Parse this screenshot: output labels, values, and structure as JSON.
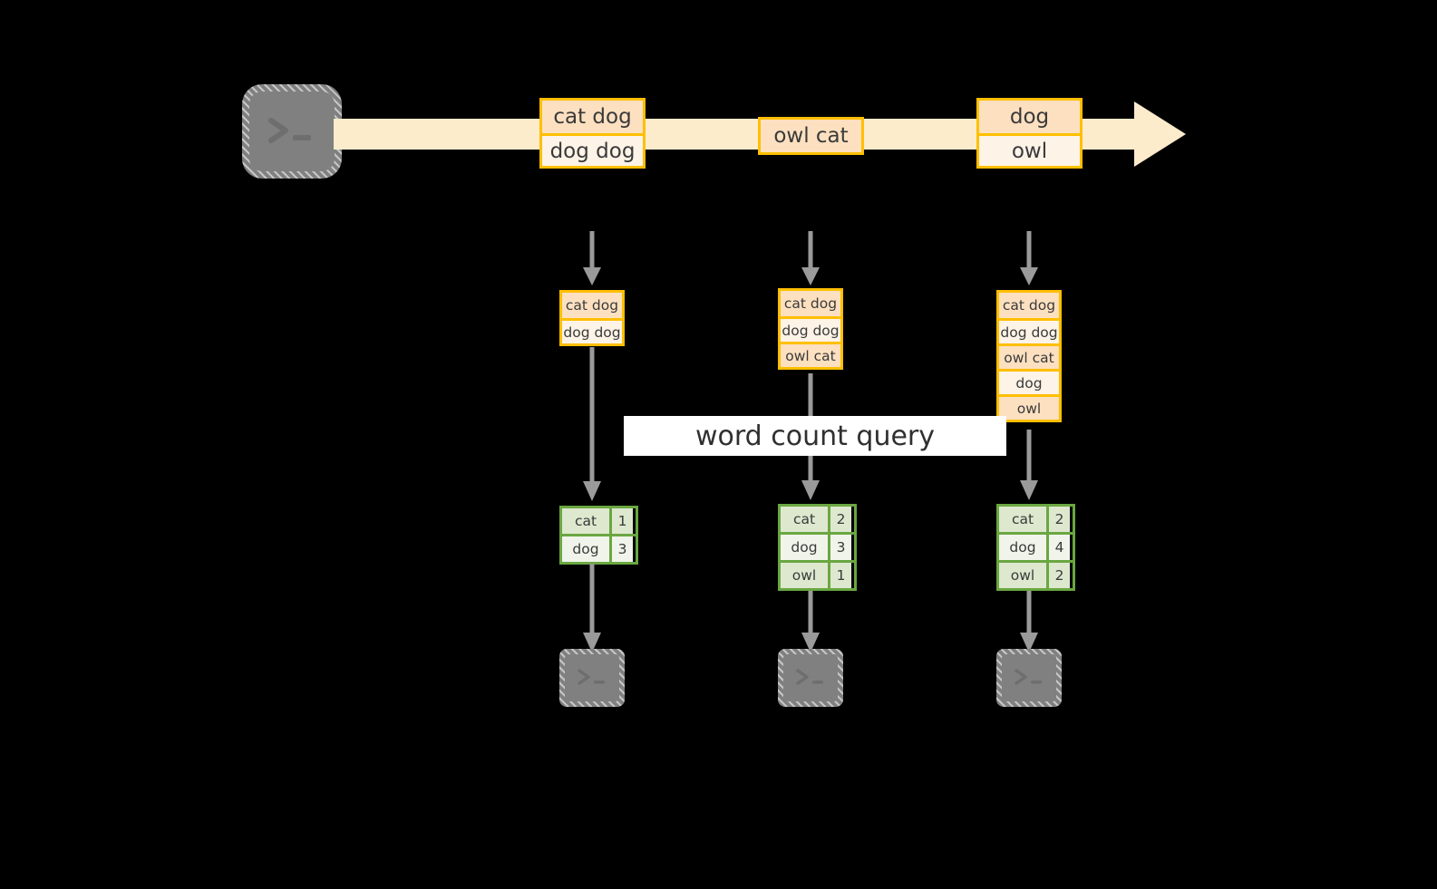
{
  "diagram": {
    "title": "word count query",
    "colors": {
      "background": "#000000",
      "record_border": "#ffbf00",
      "record_fill_dark": "#fce0c0",
      "record_fill_light": "#fdf3e7",
      "result_border": "#6aa741",
      "result_fill_tint": "#dde8cf",
      "result_fill_plain": "#f0f4ea",
      "stream_arrow": "#fdeccc",
      "connector": "#9a9a9a",
      "terminal_gray": "#808080",
      "banner_background": "#ffffff",
      "text": "#3a3a3a"
    },
    "source": {
      "icon": "terminal-icon",
      "prompt": ">_"
    },
    "stream": {
      "icon": "stream-arrow-icon",
      "records": [
        {
          "lines": [
            {
              "text": "cat dog",
              "shade": "dark"
            },
            {
              "text": "dog dog",
              "shade": "light"
            }
          ]
        },
        {
          "lines": [
            {
              "text": "owl cat",
              "shade": "dark"
            }
          ]
        },
        {
          "lines": [
            {
              "text": "dog",
              "shade": "dark"
            },
            {
              "text": "owl",
              "shade": "light"
            }
          ]
        }
      ]
    },
    "snapshots": [
      {
        "name": "snapshot-1",
        "input_arrow": "dashed-down-arrow-icon",
        "buffer": [
          {
            "text": "cat dog",
            "shade": "dark"
          },
          {
            "text": "dog dog",
            "shade": "light"
          }
        ],
        "result_headerless_rows": [
          {
            "word": "cat",
            "count": "1",
            "shade": "tint"
          },
          {
            "word": "dog",
            "count": "3",
            "shade": "plain"
          }
        ],
        "sink": {
          "icon": "terminal-icon",
          "prompt": ">_"
        }
      },
      {
        "name": "snapshot-2",
        "input_arrow": "dashed-down-arrow-icon",
        "buffer": [
          {
            "text": "cat dog",
            "shade": "dark"
          },
          {
            "text": "dog dog",
            "shade": "light"
          },
          {
            "text": "owl cat",
            "shade": "dark"
          }
        ],
        "result_headerless_rows": [
          {
            "word": "cat",
            "count": "2",
            "shade": "tint"
          },
          {
            "word": "dog",
            "count": "3",
            "shade": "plain"
          },
          {
            "word": "owl",
            "count": "1",
            "shade": "tint"
          }
        ],
        "sink": {
          "icon": "terminal-icon",
          "prompt": ">_"
        }
      },
      {
        "name": "snapshot-3",
        "input_arrow": "dashed-down-arrow-icon",
        "buffer": [
          {
            "text": "cat dog",
            "shade": "dark"
          },
          {
            "text": "dog dog",
            "shade": "light"
          },
          {
            "text": "owl cat",
            "shade": "dark"
          },
          {
            "text": "dog",
            "shade": "light"
          },
          {
            "text": "owl",
            "shade": "dark"
          }
        ],
        "result_headerless_rows": [
          {
            "word": "cat",
            "count": "2",
            "shade": "tint"
          },
          {
            "word": "dog",
            "count": "4",
            "shade": "plain"
          },
          {
            "word": "owl",
            "count": "2",
            "shade": "tint"
          }
        ],
        "sink": {
          "icon": "terminal-icon",
          "prompt": ">_"
        }
      }
    ]
  }
}
